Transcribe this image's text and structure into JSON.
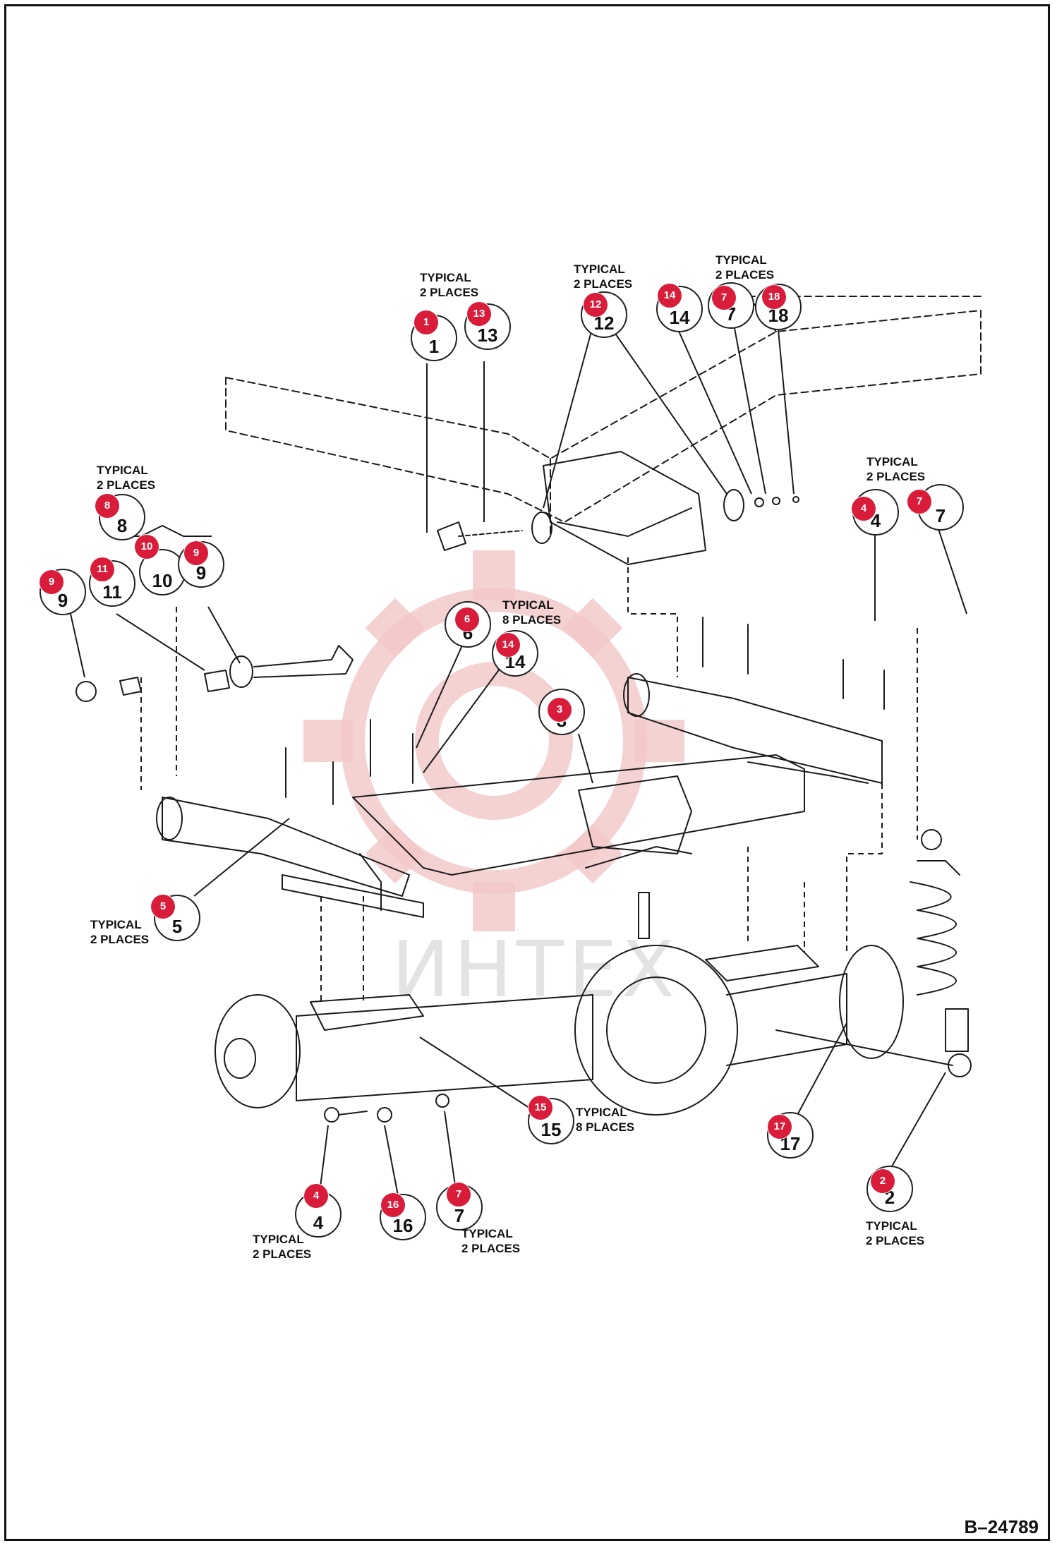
{
  "diagram": {
    "figure_id": "B–24789",
    "watermark": "ИНТЕХ",
    "colors": {
      "marker": "#d81c3a",
      "line": "#1a1a1a",
      "watermark": "#f3c7c7"
    }
  },
  "callouts": [
    {
      "id": "c1",
      "ring": "1",
      "marker": "1"
    },
    {
      "id": "c2",
      "ring": "13",
      "marker": "13"
    },
    {
      "id": "c3",
      "ring": "12",
      "marker": "12"
    },
    {
      "id": "c4",
      "ring": "14",
      "marker": "14"
    },
    {
      "id": "c5",
      "ring": "7",
      "marker": "7"
    },
    {
      "id": "c6",
      "ring": "18",
      "marker": "18"
    },
    {
      "id": "c7",
      "ring": "8",
      "marker": "8"
    },
    {
      "id": "c8",
      "ring": "10",
      "marker": "10"
    },
    {
      "id": "c9",
      "ring": "9",
      "marker": "9"
    },
    {
      "id": "c10",
      "ring": "11",
      "marker": "11"
    },
    {
      "id": "c11",
      "ring": "9",
      "marker": "9"
    },
    {
      "id": "c12",
      "ring": "4",
      "marker": "4"
    },
    {
      "id": "c13",
      "ring": "7",
      "marker": "7"
    },
    {
      "id": "c14",
      "ring": "6",
      "marker": "6"
    },
    {
      "id": "c15",
      "ring": "14",
      "marker": "14"
    },
    {
      "id": "c16",
      "ring": "3",
      "marker": "3"
    },
    {
      "id": "c17",
      "ring": "5",
      "marker": "5"
    },
    {
      "id": "c18",
      "ring": "15",
      "marker": "15"
    },
    {
      "id": "c19",
      "ring": "17",
      "marker": "17"
    },
    {
      "id": "c20",
      "ring": "2",
      "marker": "2"
    },
    {
      "id": "c21",
      "ring": "4",
      "marker": "4"
    },
    {
      "id": "c22",
      "ring": "16",
      "marker": "16"
    },
    {
      "id": "c23",
      "ring": "7",
      "marker": "7"
    }
  ],
  "notes": [
    {
      "line1": "TYPICAL",
      "line2": "2 PLACES"
    },
    {
      "line1": "TYPICAL",
      "line2": "2 PLACES"
    },
    {
      "line1": "TYPICAL",
      "line2": "2 PLACES"
    },
    {
      "line1": "TYPICAL",
      "line2": "2 PLACES"
    },
    {
      "line1": "TYPICAL",
      "line2": "2 PLACES"
    },
    {
      "line1": "TYPICAL",
      "line2": "8 PLACES"
    },
    {
      "line1": "TYPICAL",
      "line2": "2 PLACES"
    },
    {
      "line1": "TYPICAL",
      "line2": "8 PLACES"
    },
    {
      "line1": "TYPICAL",
      "line2": "2 PLACES"
    },
    {
      "line1": "TYPICAL",
      "line2": "2 PLACES"
    },
    {
      "line1": "TYPICAL",
      "line2": "2 PLACES"
    }
  ]
}
